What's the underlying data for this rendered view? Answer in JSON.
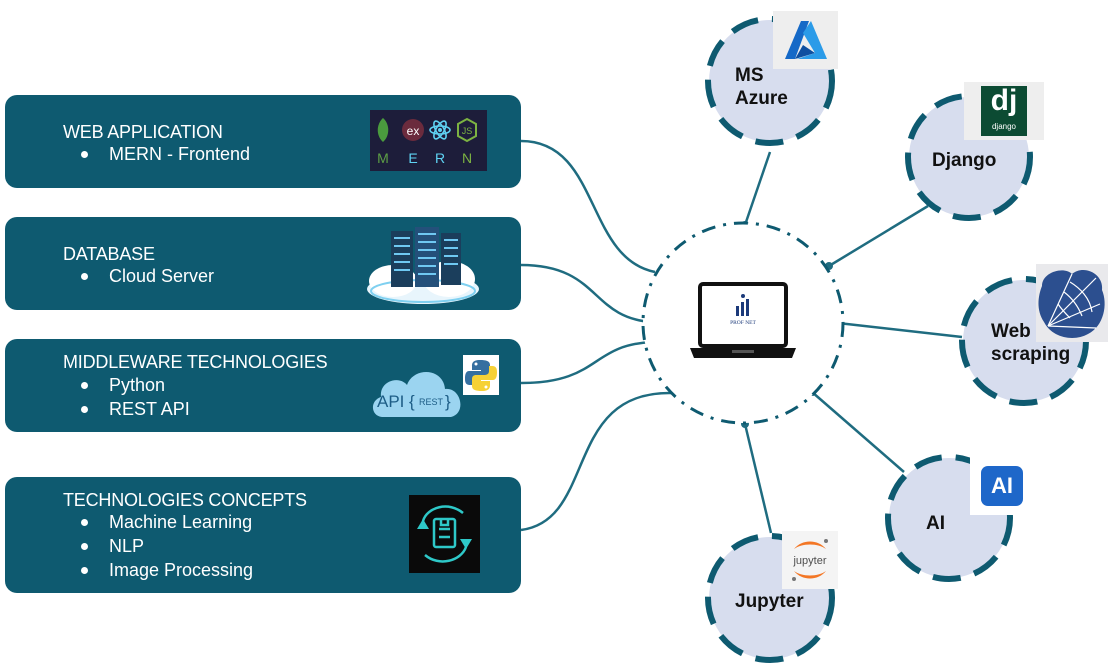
{
  "panels": [
    {
      "title": "WEB APPLICATION",
      "items": [
        "MERN - Frontend"
      ],
      "logo": "mern-stack-logo",
      "mern_letters": [
        "M",
        "E",
        "R",
        "N"
      ]
    },
    {
      "title": "DATABASE",
      "items": [
        "Cloud Server"
      ],
      "logo": "cloud-server-icon"
    },
    {
      "title": "MIDDLEWARE TECHNOLOGIES",
      "items": [
        "Python",
        "REST API"
      ],
      "logo": "api-rest-cloud-icon",
      "api_text": "API",
      "rest_text": "REST"
    },
    {
      "title": "TECHNOLOGIES CONCEPTS",
      "items": [
        "Machine Learning",
        "NLP",
        "Image Processing"
      ],
      "logo": "processing-cycle-icon"
    }
  ],
  "center": {
    "icon": "laptop-icon",
    "brand": "PROF NET"
  },
  "nodes": [
    {
      "label_lines": [
        "MS",
        "Azure"
      ],
      "icon": "azure-icon"
    },
    {
      "label_lines": [
        "Django"
      ],
      "icon": "django-icon",
      "icon_text": "dj",
      "icon_subtext": "django"
    },
    {
      "label_lines": [
        "Web",
        "scraping"
      ],
      "icon": "spider-web-icon"
    },
    {
      "label_lines": [
        "AI"
      ],
      "icon": "ai-icon",
      "icon_text": "AI"
    },
    {
      "label_lines": [
        "Jupyter"
      ],
      "icon": "jupyter-icon",
      "icon_text": "jupyter"
    }
  ],
  "colors": {
    "panel": "#0e5a70",
    "dash": "#0e5a70",
    "node_fill": "#d7ddee",
    "connector": "#1f6c80"
  }
}
